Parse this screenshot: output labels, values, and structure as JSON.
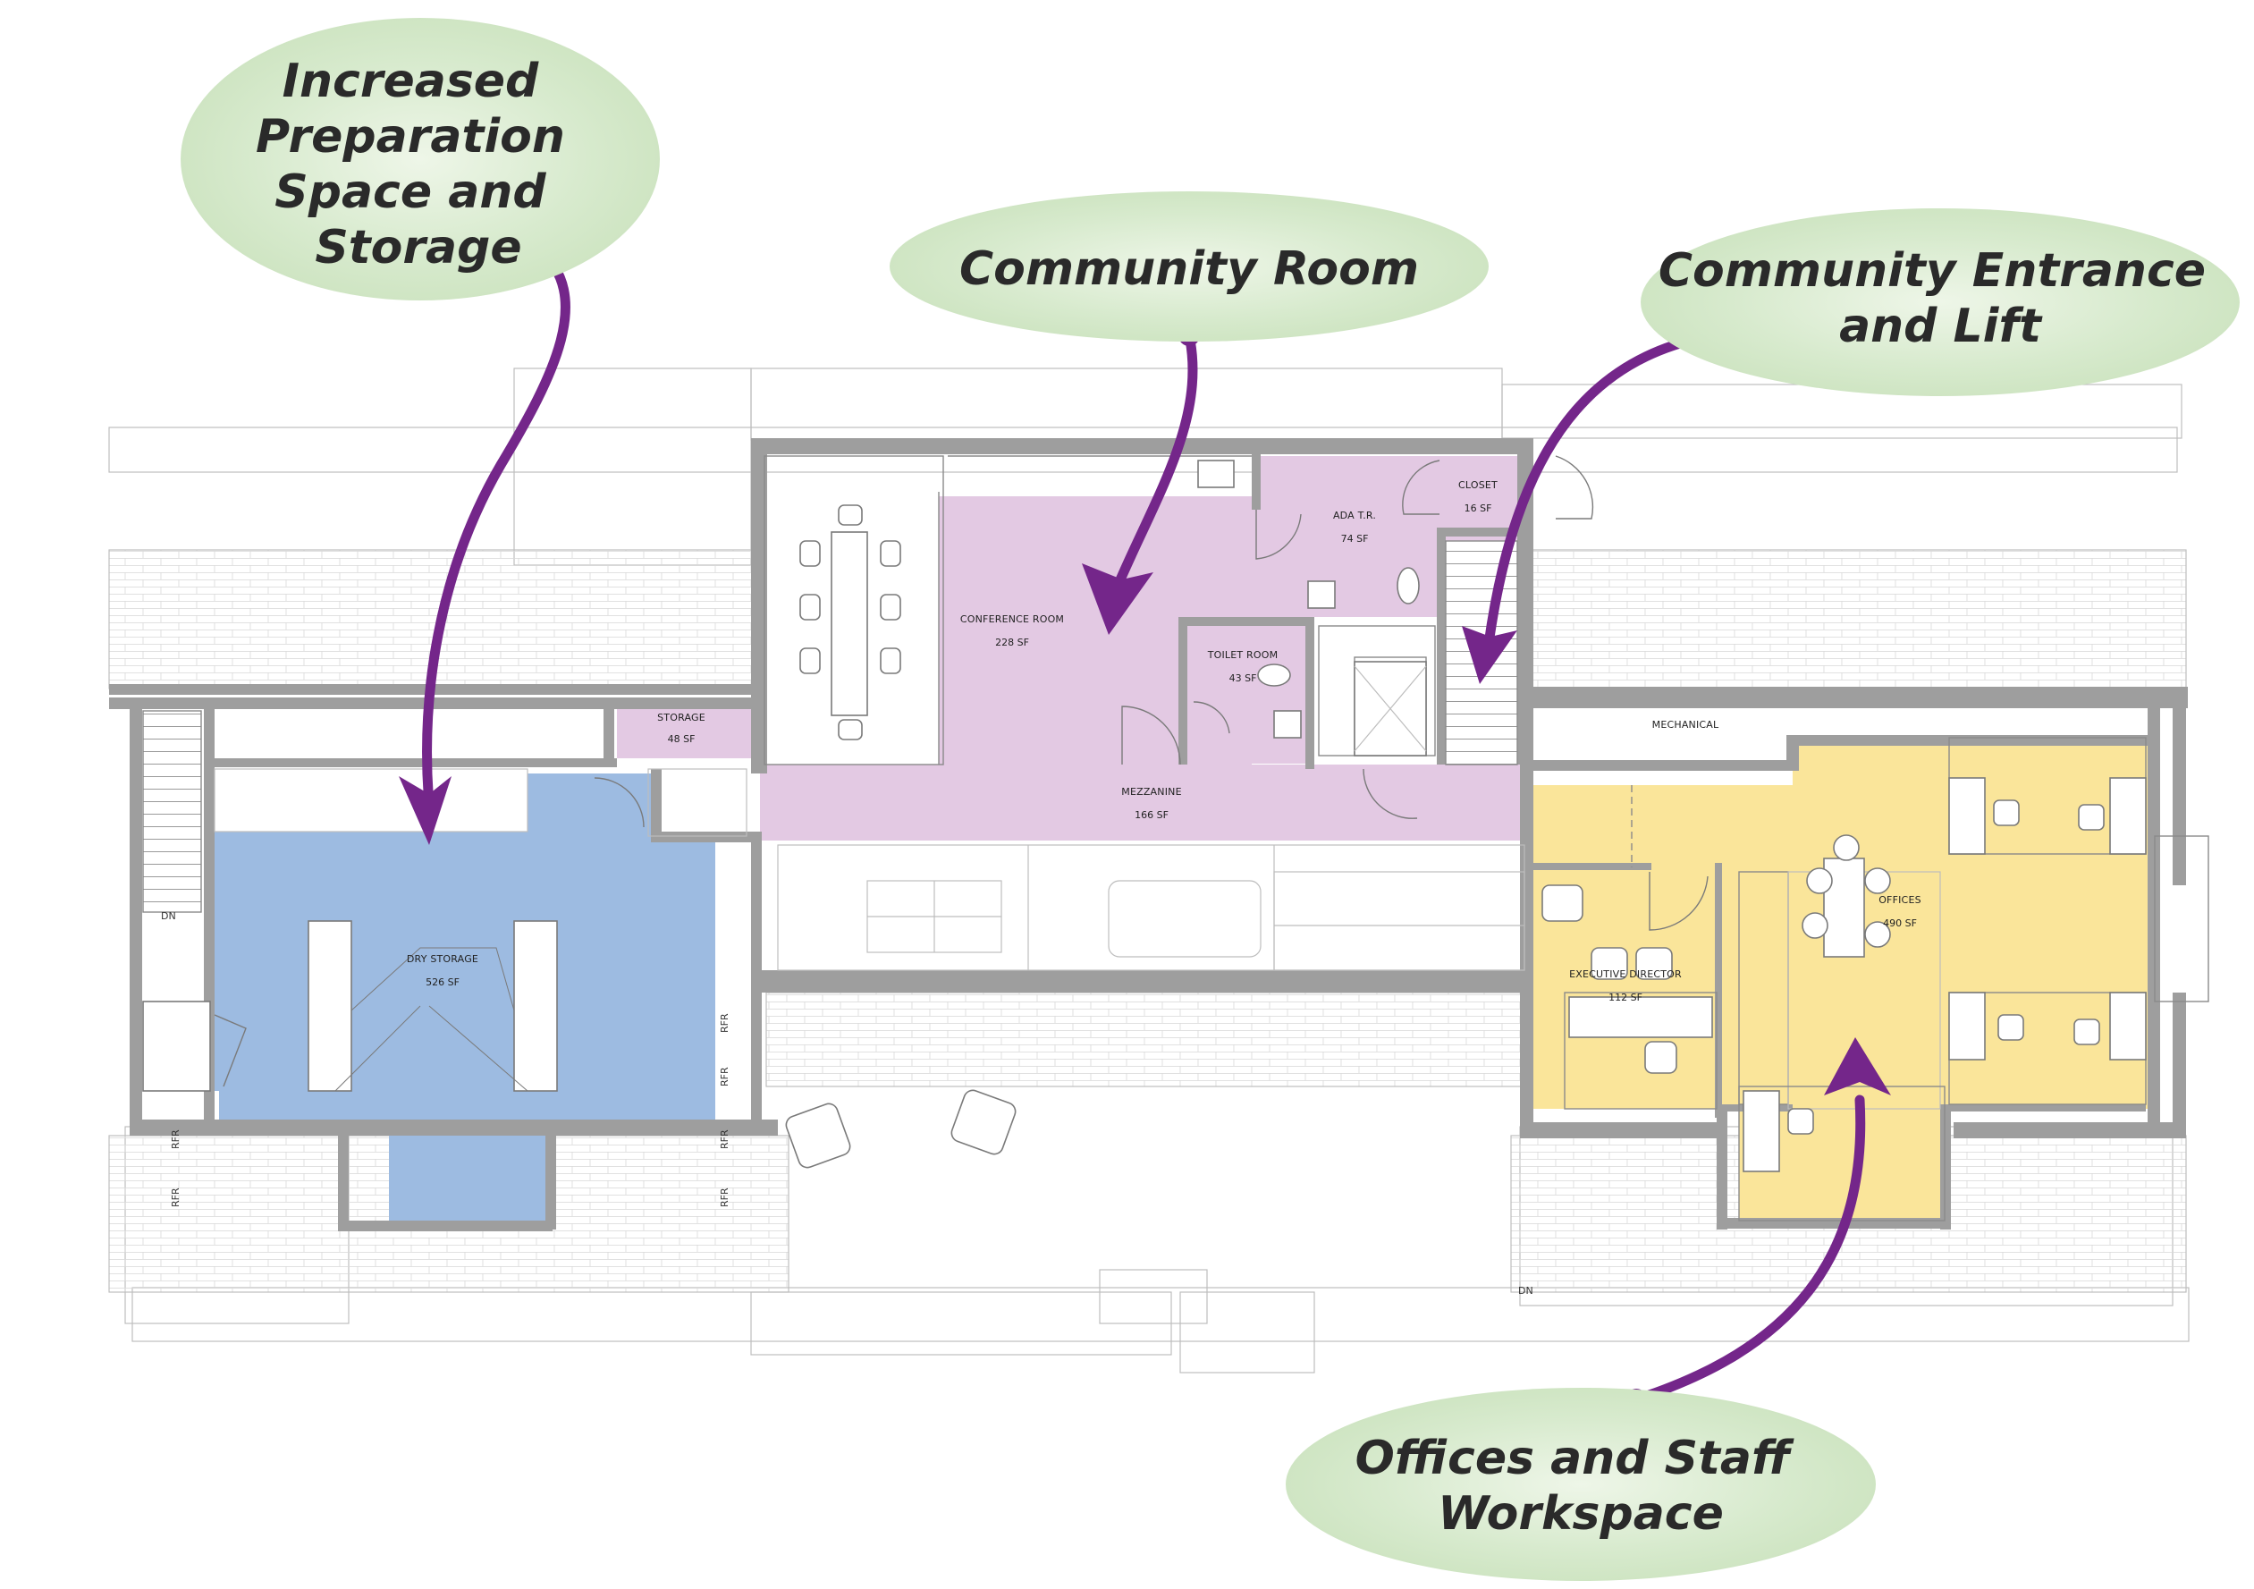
{
  "callouts": [
    {
      "id": "prep",
      "lines": [
        "Increased",
        "Preparation",
        "Space and",
        "Storage"
      ]
    },
    {
      "id": "community-room",
      "lines": [
        "Community Room"
      ]
    },
    {
      "id": "entrance",
      "lines": [
        "Community Entrance",
        "and Lift"
      ]
    },
    {
      "id": "offices",
      "lines": [
        "Offices and Staff",
        "Workspace"
      ]
    }
  ],
  "rooms": {
    "storage": {
      "name": "STORAGE",
      "area": "48 SF"
    },
    "conference": {
      "name": "CONFERENCE ROOM",
      "area": "228 SF"
    },
    "ada": {
      "name": "ADA T.R.",
      "area": "74 SF"
    },
    "closet": {
      "name": "CLOSET",
      "area": "16 SF"
    },
    "toilet": {
      "name": "TOILET ROOM",
      "area": "43 SF"
    },
    "mezzanine": {
      "name": "MEZZANINE",
      "area": "166 SF"
    },
    "mechanical": {
      "name": "MECHANICAL"
    },
    "dry_storage": {
      "name": "DRY STORAGE",
      "area": "526 SF"
    },
    "offices": {
      "name": "OFFICES",
      "area": "490 SF"
    },
    "exec": {
      "name": "EXECUTIVE DIRECTOR",
      "area": "112 SF"
    }
  },
  "marks": {
    "dn": "DN",
    "rfr": "RFR"
  },
  "colors": {
    "community": "#e3c9e3",
    "dry_storage": "#9dbbe1",
    "offices": "#fae59a",
    "callout_fill": "#dcedd3",
    "arrow": "#74268a",
    "wall": "#9e9e9e"
  }
}
